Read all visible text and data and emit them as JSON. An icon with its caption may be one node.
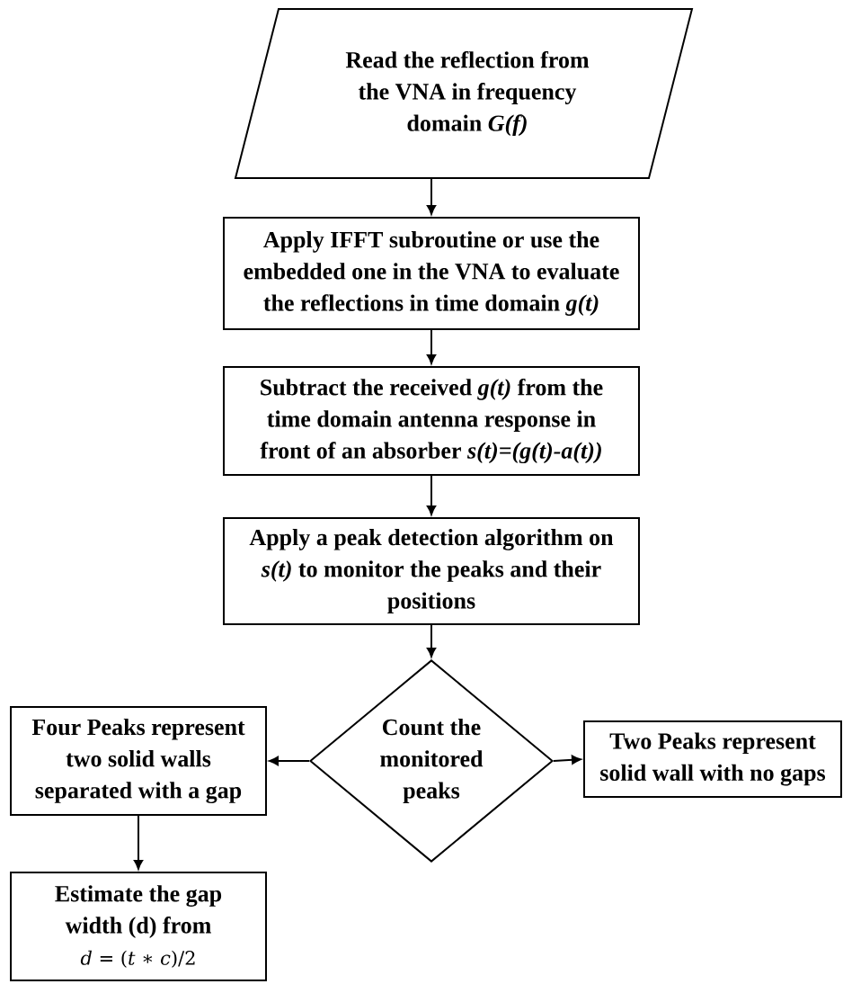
{
  "diagram": {
    "nodes": [
      {
        "text": [
          "Read the reflection from the VNA in frequency domain *G(f)*"
        ]
      },
      {
        "text": [
          "Apply IFFT subroutine or use the embedded one in the VNA to evaluate the reflections in time domain *g(t)*"
        ]
      },
      {
        "text": [
          "Subtract the received *g(t)* from the time domain antenna response in front of an absorber *s(t)=(g(t)-a(t))*"
        ]
      },
      {
        "text": [
          "Apply a peak detection algorithm on *s(t)* to monitor the peaks and their positions"
        ]
      },
      {
        "text": [
          "Count the monitored peaks"
        ]
      },
      {
        "text": [
          "Four Peaks represent two solid walls separated with a gap"
        ]
      },
      {
        "text": [
          "Two Peaks represent solid wall with no gaps"
        ]
      },
      {
        "text": [
          "Estimate the gap width (d) from",
          "*d* = (*t* ∗ *c*)/2"
        ]
      }
    ],
    "edges": [
      {
        "from": 0,
        "to": 1,
        "arrow": "to"
      },
      {
        "from": 1,
        "to": 2,
        "arrow": "to"
      },
      {
        "from": 2,
        "to": 3,
        "arrow": "to"
      },
      {
        "from": 3,
        "to": 4,
        "arrow": "to"
      },
      {
        "from": 4,
        "to": 5,
        "arrow": "to"
      },
      {
        "from": 4,
        "to": 6,
        "arrow": "to"
      },
      {
        "from": 5,
        "to": 7,
        "arrow": "to"
      }
    ]
  }
}
